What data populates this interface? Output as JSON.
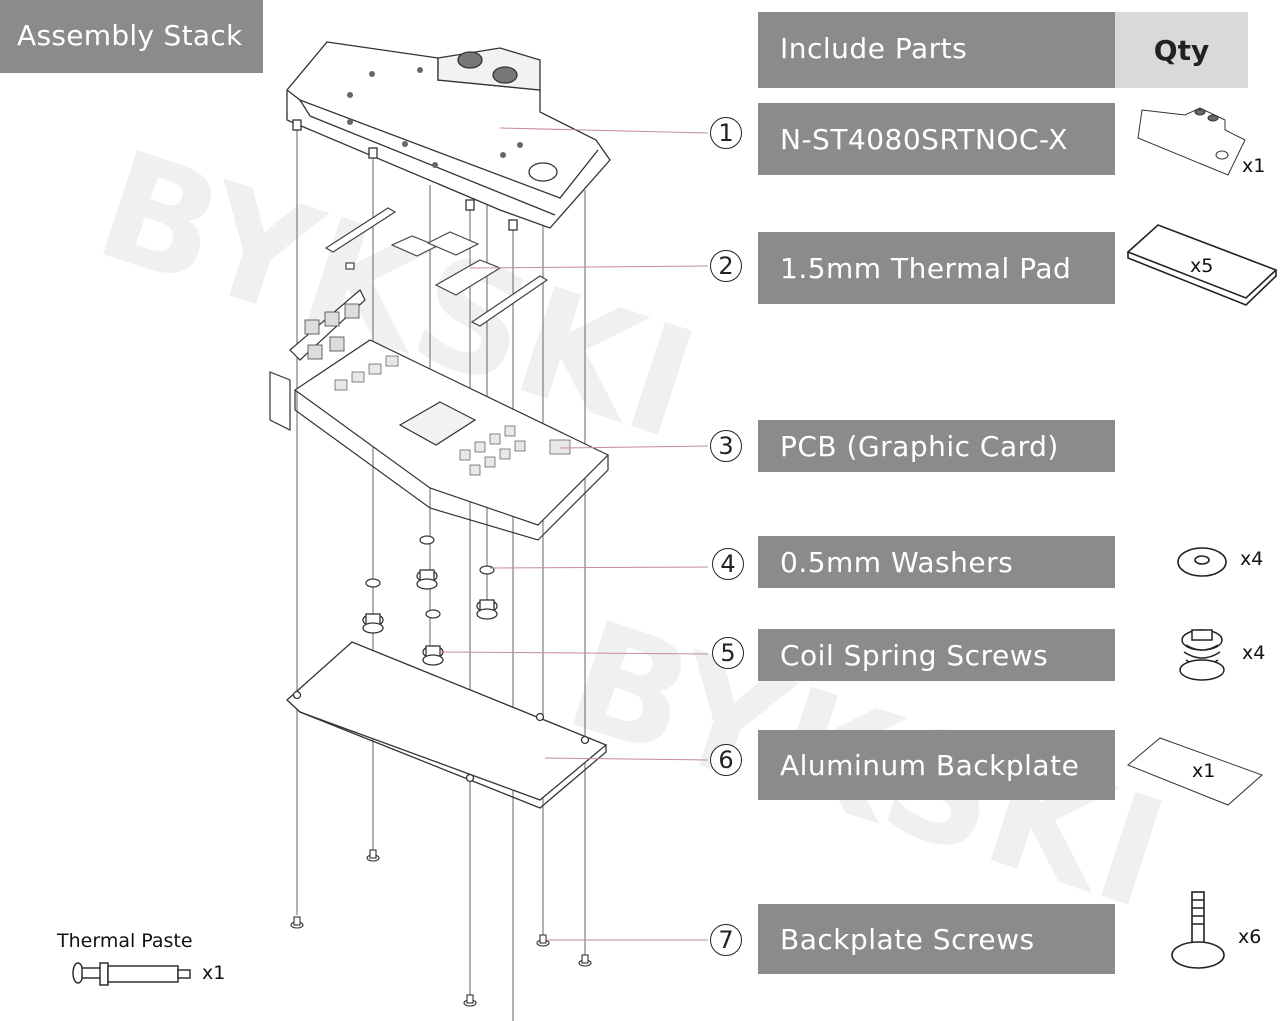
{
  "title": "Assembly Stack",
  "header": {
    "parts": "Include Parts",
    "qty": "Qty"
  },
  "parts": [
    {
      "num": "1",
      "label": "N-ST4080SRTNOC-X",
      "qty": "x1",
      "icon": "water-block-icon"
    },
    {
      "num": "2",
      "label": "1.5mm Thermal Pad",
      "qty": "x5",
      "icon": "thermal-pad-icon"
    },
    {
      "num": "3",
      "label": "PCB (Graphic Card)",
      "qty": "",
      "icon": ""
    },
    {
      "num": "4",
      "label": "0.5mm Washers",
      "qty": "x4",
      "icon": "washer-icon"
    },
    {
      "num": "5",
      "label": "Coil Spring Screws",
      "qty": "x4",
      "icon": "spring-screw-icon"
    },
    {
      "num": "6",
      "label": "Aluminum Backplate",
      "qty": "x1",
      "icon": "backplate-icon"
    },
    {
      "num": "7",
      "label": "Backplate Screws",
      "qty": "x6",
      "icon": "screw-icon"
    }
  ],
  "thermal_paste": {
    "label": "Thermal Paste",
    "qty": "x1",
    "icon": "syringe-icon"
  },
  "colors": {
    "box": "#8b8b8b",
    "qty_header": "#d9d9d9",
    "leader": "#c98a99"
  }
}
